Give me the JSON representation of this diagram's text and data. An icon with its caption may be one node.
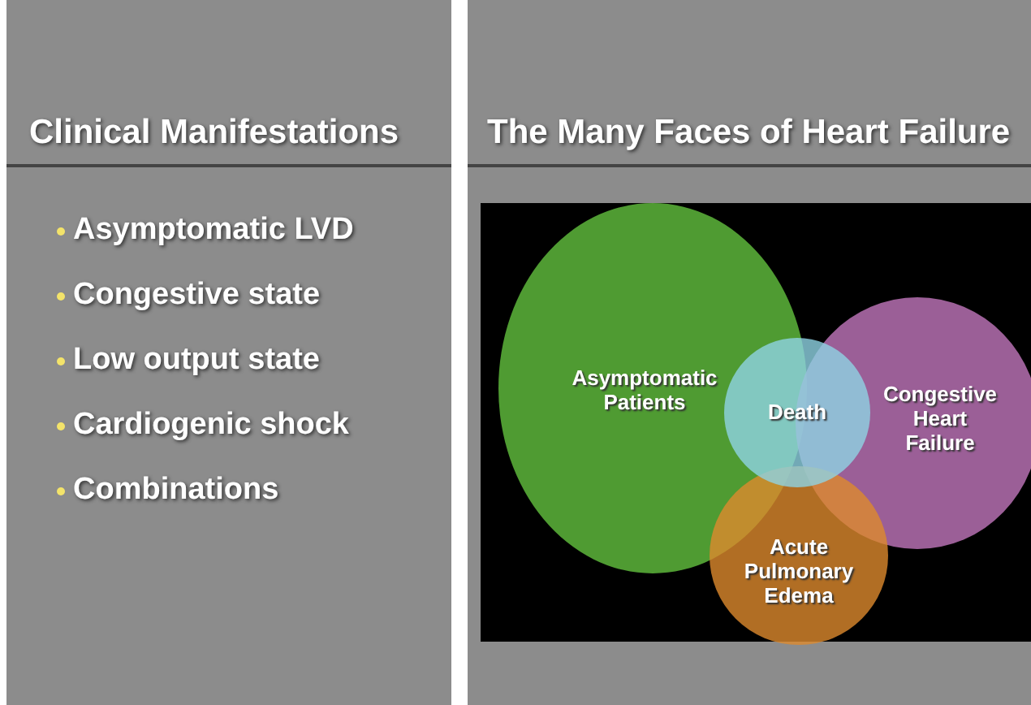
{
  "diagram": {
    "nodes": [
      {
        "text": [
          "Asymptomatic Patients"
        ]
      },
      {
        "text": [
          "Congestive Heart Failure"
        ]
      },
      {
        "text": [
          "Acute Pulmonary Edema"
        ]
      },
      {
        "text": [
          "Death"
        ]
      }
    ],
    "edges": [],
    "labels": [
      "Clinical Manifestations",
      "The Many Faces of Heart Failure",
      "Asymptomatic LVD",
      "Congestive state",
      "Low output state",
      "Cardiogenic shock",
      "Combinations"
    ]
  }
}
